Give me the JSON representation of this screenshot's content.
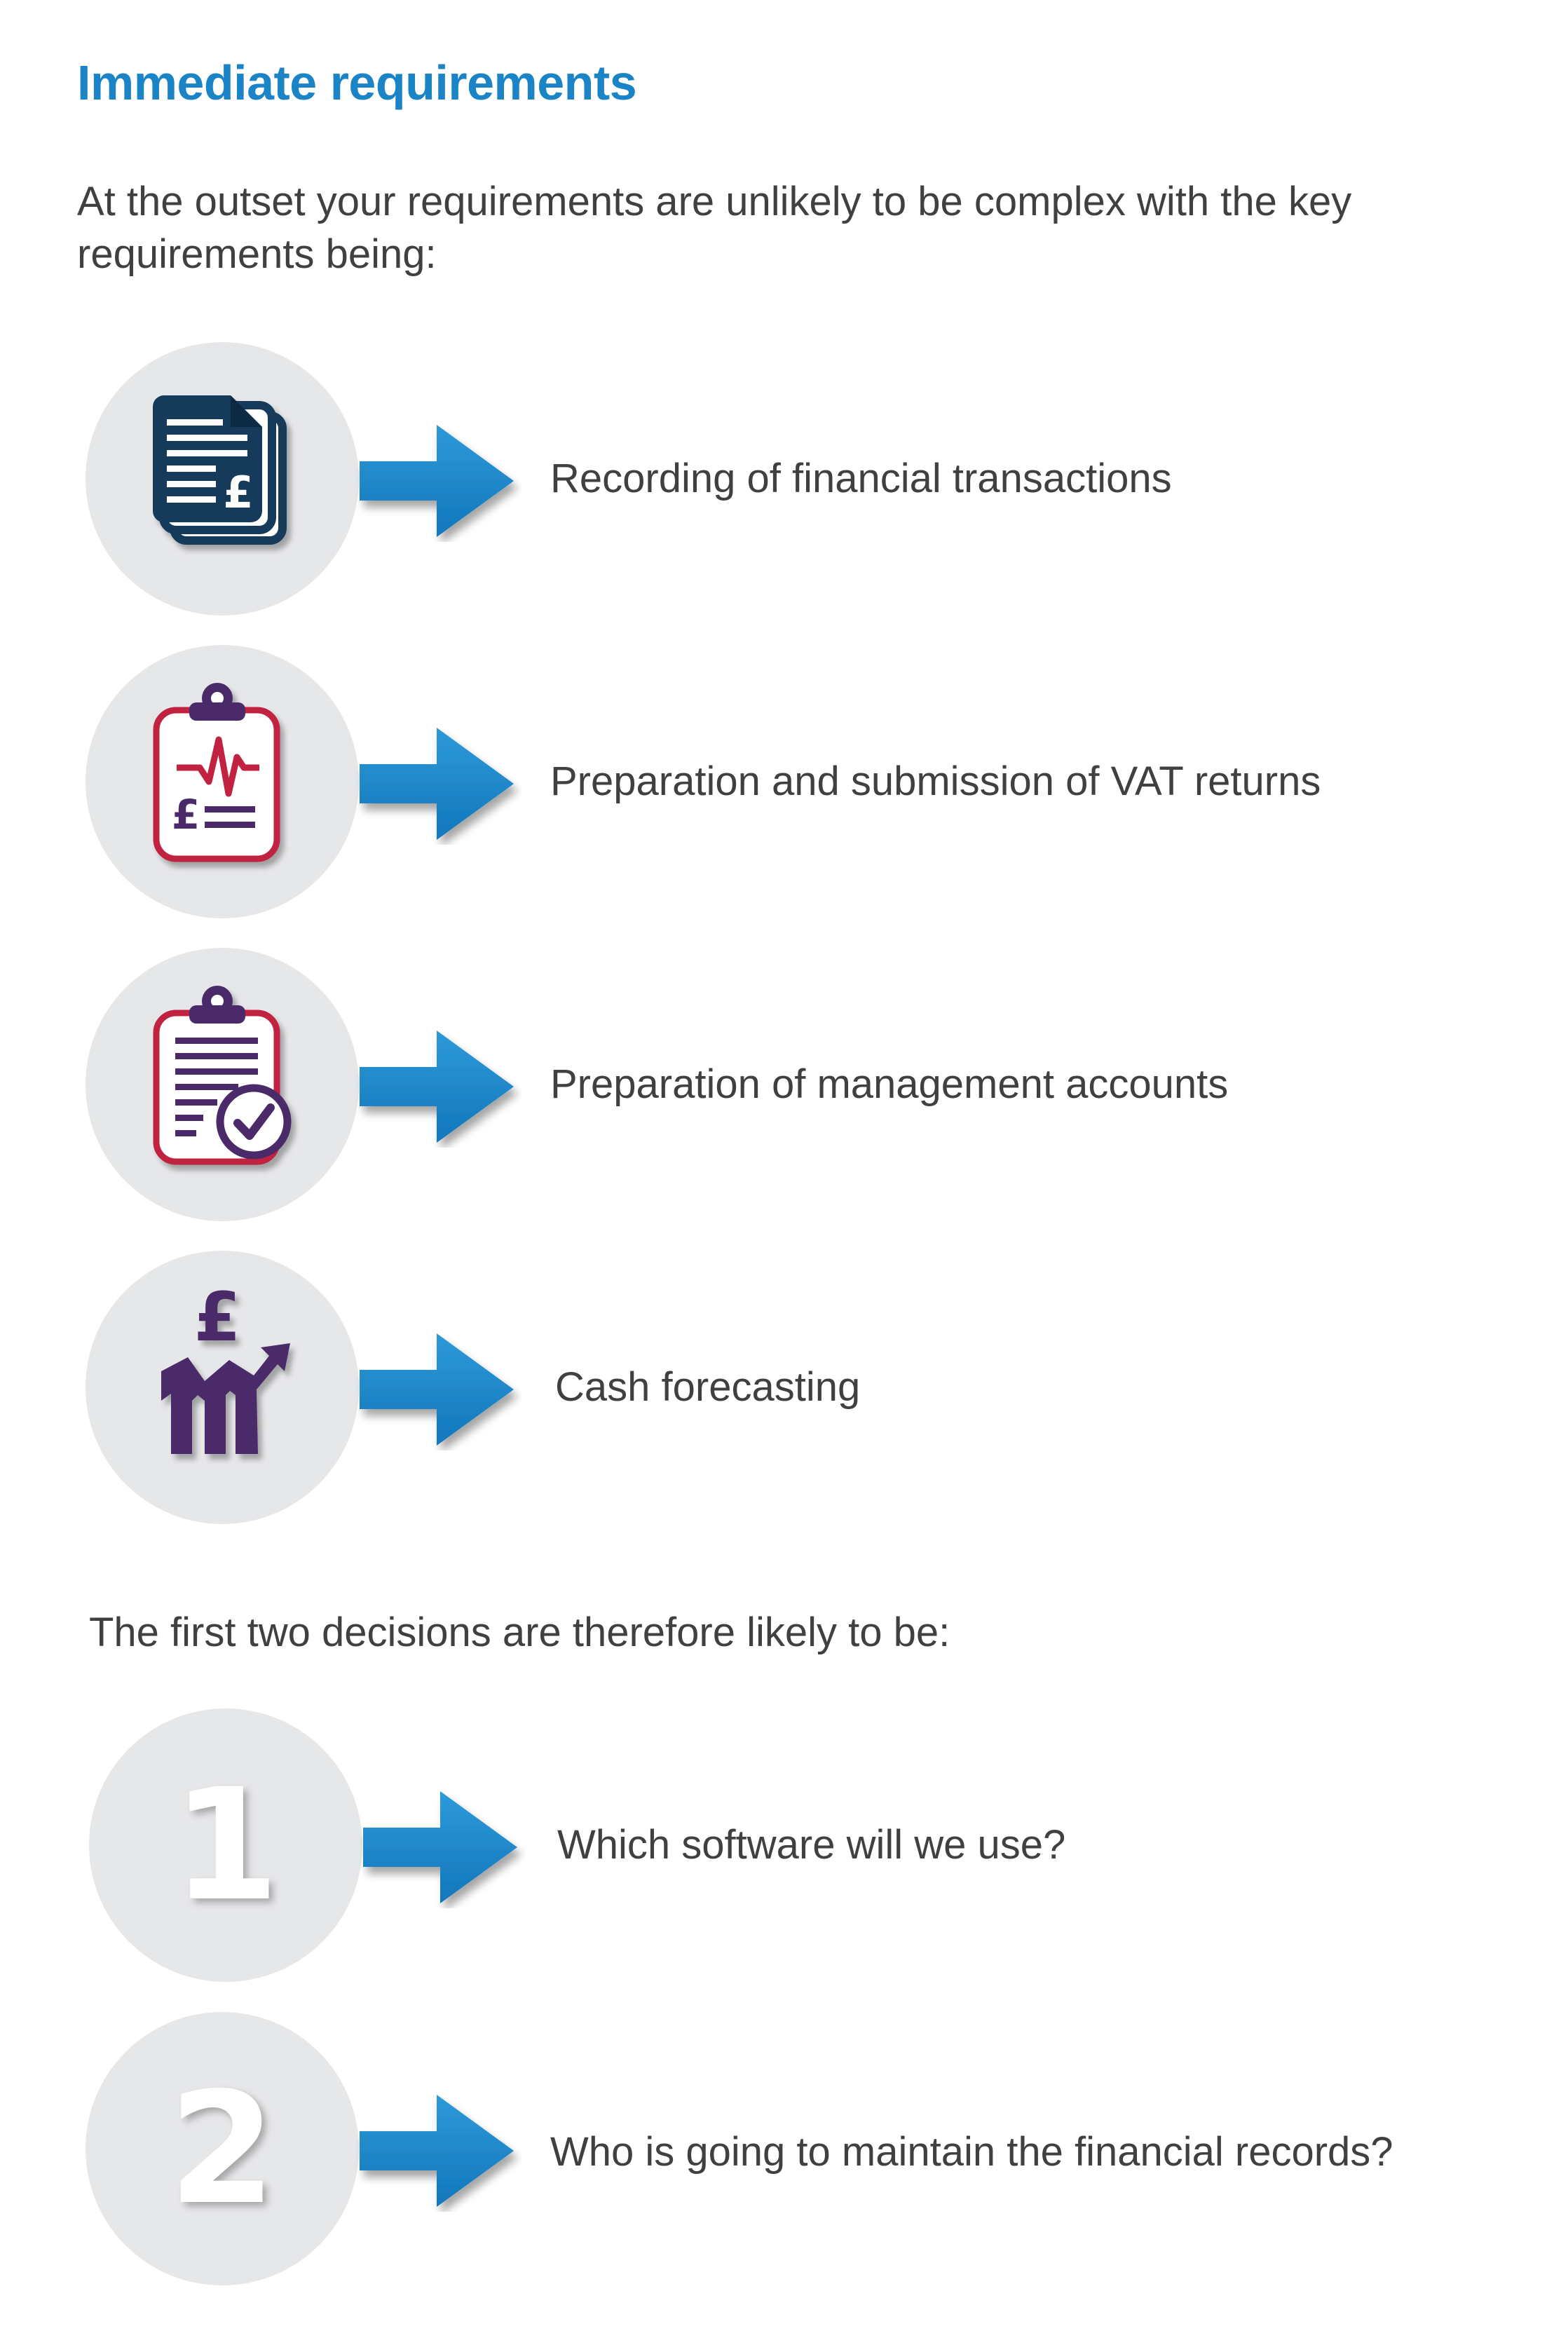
{
  "heading": "Immediate requirements",
  "intro": "At the outset your requirements are unlikely to be complex with the key requirements being:",
  "requirements": [
    {
      "label": "Recording of financial transactions",
      "icon": "documents-pound-icon"
    },
    {
      "label": "Preparation and submission of VAT returns",
      "icon": "clipboard-pulse-pound-icon"
    },
    {
      "label": "Preparation of management accounts",
      "icon": "clipboard-checklist-icon"
    },
    {
      "label": "Cash forecasting",
      "icon": "pound-growth-chart-icon"
    }
  ],
  "decisions_intro": "The first two decisions are therefore likely to be:",
  "decisions": [
    {
      "number": "1",
      "label": "Which software will we use?"
    },
    {
      "number": "2",
      "label": "Who is going to maintain the financial records?"
    }
  ],
  "colors": {
    "heading": "#1a84c7",
    "arrow": "#1a84c7",
    "circle": "#e6e7e9",
    "navy": "#163a5a",
    "purple": "#4b2b6b",
    "crimson": "#c0203f",
    "text": "#404040"
  }
}
